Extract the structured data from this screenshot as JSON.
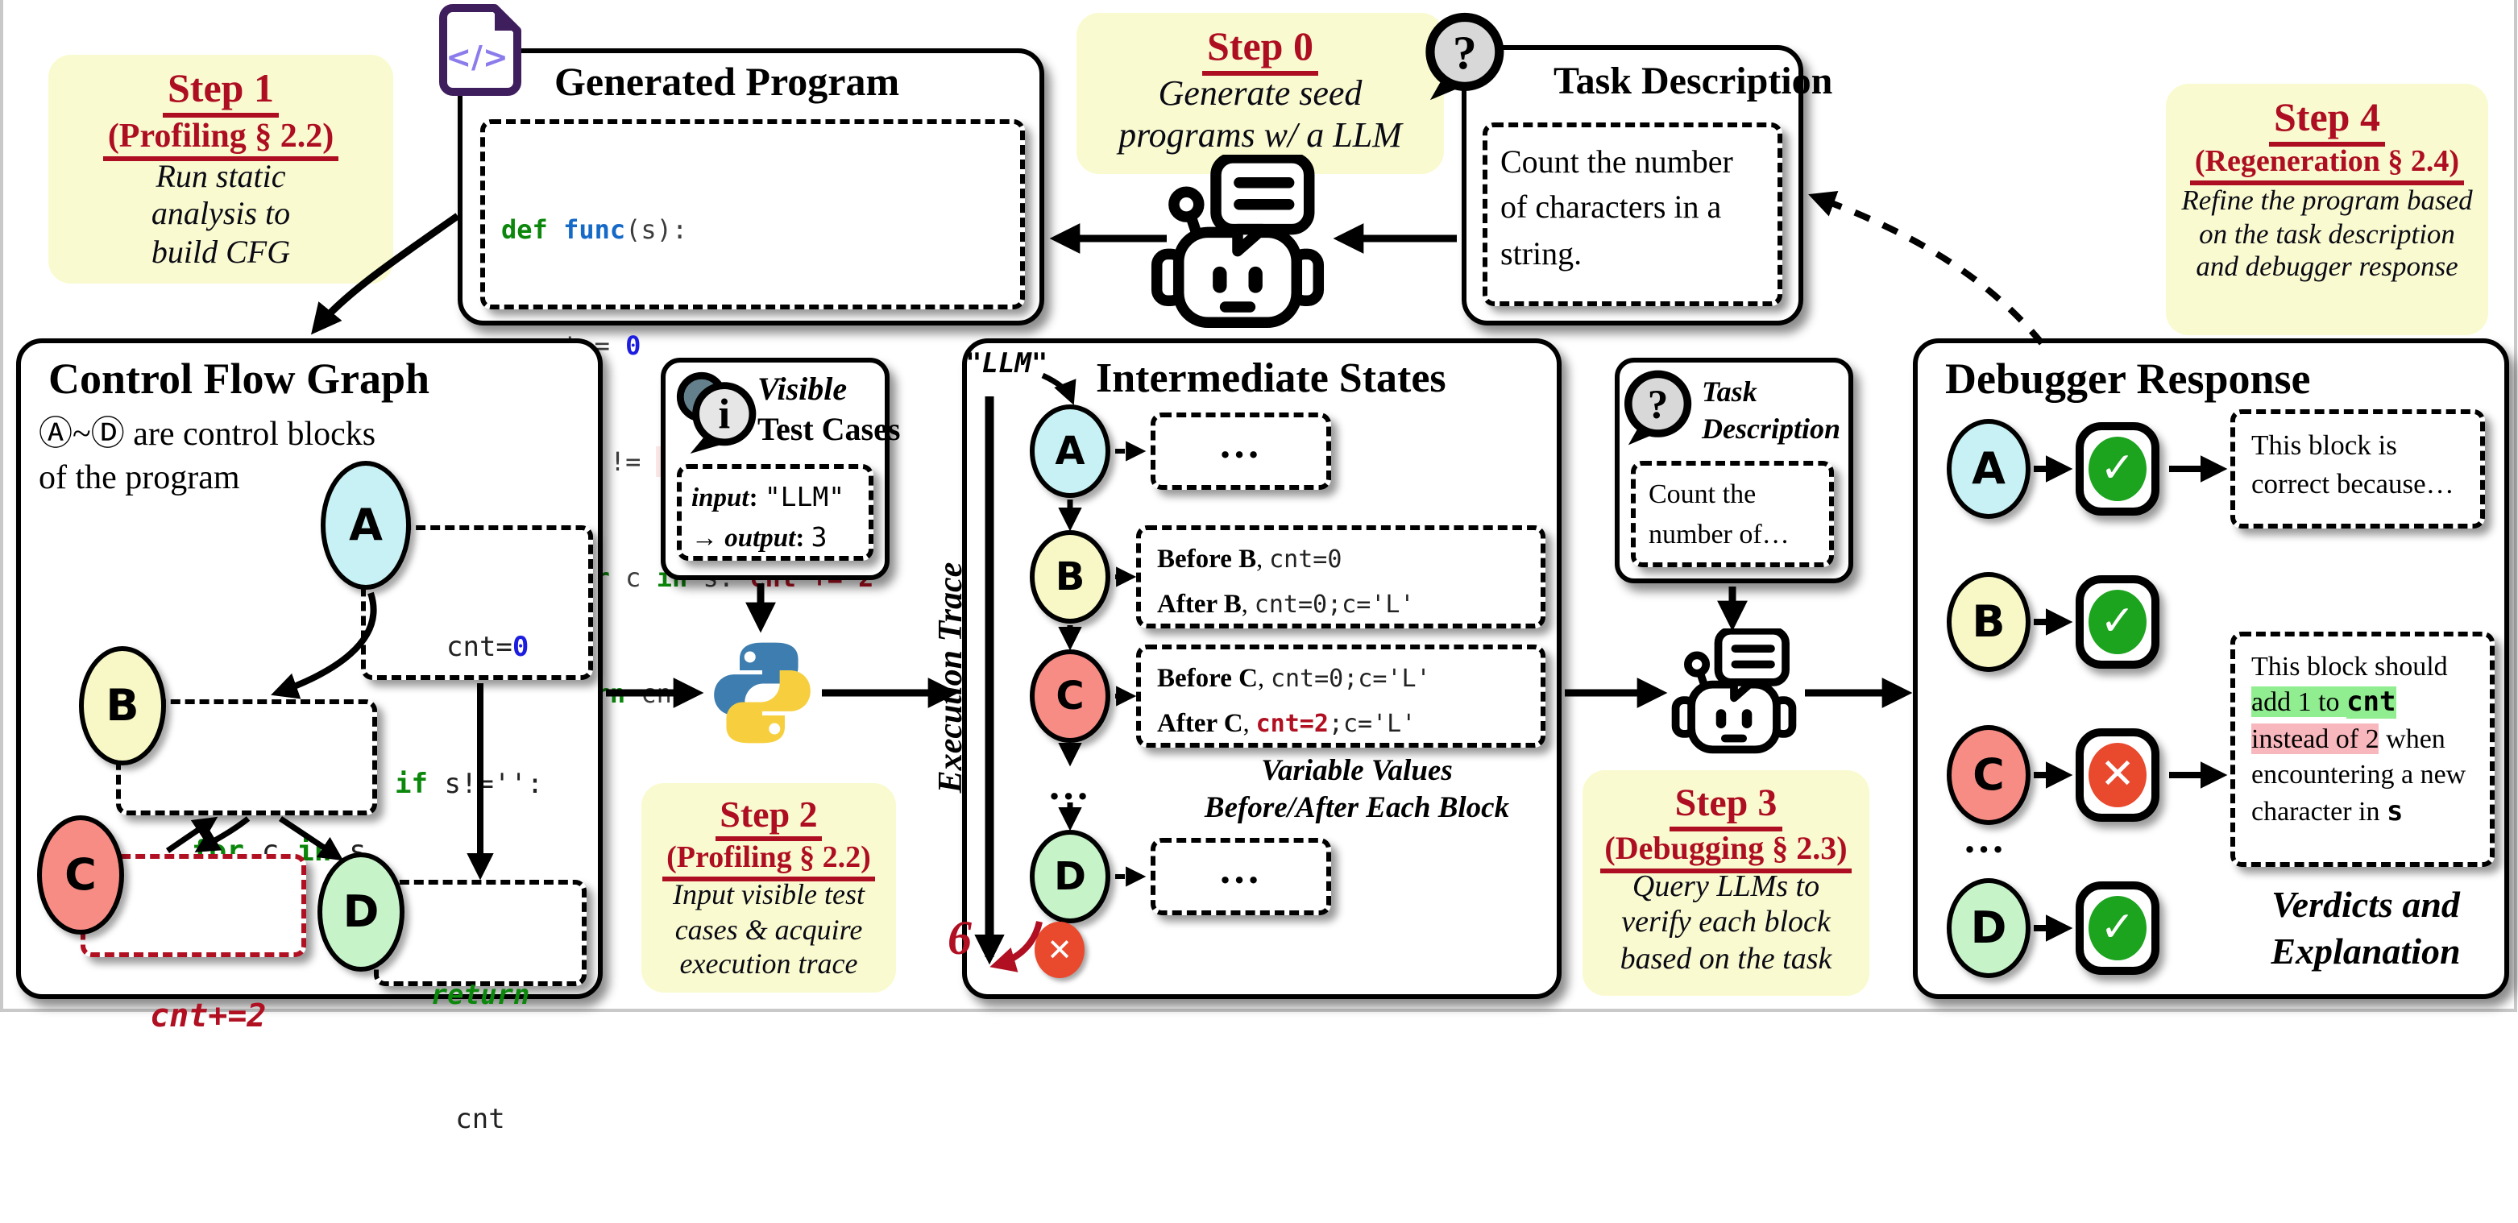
{
  "nodes": {
    "a": "A",
    "b": "B",
    "c": "C",
    "d": "D"
  },
  "dots": "…",
  "colors": {
    "accent_red": "#AE0E22",
    "node_a": "#C7F1F4",
    "node_b": "#F8F8C6",
    "node_c": "#F78C84",
    "node_d": "#C6F3C8",
    "check_green": "#1CA41F",
    "cross_red": "#E9492D",
    "highlight_green": "#90EE90",
    "highlight_pink": "#F8B7BD",
    "step_bg": "#FAFAD0"
  },
  "steps": {
    "step0": {
      "title": "Step 0",
      "desc_lines": [
        "Generate seed",
        "programs  w/ a LLM"
      ]
    },
    "step1": {
      "title": "Step 1",
      "subtitle": "(Profiling § 2.2)",
      "desc_lines": [
        "Run static",
        "analysis to",
        "build CFG"
      ]
    },
    "step2": {
      "title": "Step 2",
      "subtitle": "(Profiling § 2.2)",
      "desc_lines": [
        "Input visible test",
        "cases & acquire",
        "execution trace"
      ]
    },
    "step3": {
      "title": "Step 3",
      "subtitle": "(Debugging § 2.3)",
      "desc_lines": [
        "Query LLMs to",
        "verify each block",
        "based on the task"
      ]
    },
    "step4": {
      "title": "Step 4",
      "subtitle": "(Regeneration § 2.4)",
      "desc_lines": [
        "Refine the program based",
        "on the task description",
        "and debugger response"
      ]
    }
  },
  "generated_program": {
    "title": "Generated Program",
    "code_lines": [
      [
        {
          "c": "kw",
          "t": "def"
        },
        {
          "c": "pl",
          "t": " "
        },
        {
          "c": "fn",
          "t": "func"
        },
        {
          "c": "pl",
          "t": "(s):"
        }
      ],
      [
        {
          "c": "pl",
          "t": "  cnt = "
        },
        {
          "c": "num",
          "t": "0"
        }
      ],
      [
        {
          "c": "pl",
          "t": "  "
        },
        {
          "c": "kw",
          "t": "if"
        },
        {
          "c": "pl",
          "t": " s != "
        },
        {
          "c": "sq",
          "t": "''"
        },
        {
          "c": "pl",
          "t": ":"
        }
      ],
      [
        {
          "c": "pl",
          "t": "    "
        },
        {
          "c": "kw",
          "t": "for"
        },
        {
          "c": "pl",
          "t": " c "
        },
        {
          "c": "kw",
          "t": "in"
        },
        {
          "c": "pl",
          "t": " s: "
        },
        {
          "c": "err",
          "t": "cnt += 2"
        }
      ],
      [
        {
          "c": "pl",
          "t": "  "
        },
        {
          "c": "kw",
          "t": "return"
        },
        {
          "c": "pl",
          "t": " cnt"
        }
      ]
    ]
  },
  "task_description": {
    "title": "Task Description",
    "body_lines": [
      "Count the number",
      "of characters in a",
      "string."
    ]
  },
  "cfg": {
    "title": "Control Flow Graph",
    "subtitle_lines": [
      "Ⓐ~Ⓓ are control blocks",
      "of the program"
    ],
    "block_a_line1": [
      {
        "c": "mono",
        "t": "cnt="
      },
      {
        "c": "num",
        "t": "0"
      }
    ],
    "block_a_line2": [
      {
        "c": "kw",
        "t": "if"
      },
      {
        "c": "mono",
        "t": " s!='':"
      }
    ],
    "block_b_line": [
      {
        "c": "kw",
        "t": "for"
      },
      {
        "c": "mono",
        "t": " c "
      },
      {
        "c": "kw",
        "t": "in"
      },
      {
        "c": "mono",
        "t": " s"
      }
    ],
    "block_c_line": [
      {
        "c": "erri",
        "t": "cnt+=2"
      }
    ],
    "block_d_line1": [
      {
        "c": "kwi",
        "t": "return"
      }
    ],
    "block_d_line2": [
      {
        "c": "mono",
        "t": "cnt"
      }
    ]
  },
  "visible_tests": {
    "title_lines": [
      "Visible",
      "Test Cases"
    ],
    "case_line1": [
      {
        "c": "vlbl",
        "t": "input"
      },
      {
        "c": "vb",
        "t": ": "
      },
      {
        "c": "mono2",
        "t": "\"LLM\""
      }
    ],
    "case_line2": [
      {
        "c": "vlbl",
        "t": "→ output"
      },
      {
        "c": "vb",
        "t": ": "
      },
      {
        "c": "mono2",
        "t": "3"
      }
    ]
  },
  "intermediate": {
    "title": "Intermediate States",
    "input_string": "\"LLM\"",
    "trace_label": "Execution Trace",
    "state_b_line1": [
      {
        "c": "lbl",
        "t": "Before B"
      },
      {
        "c": "srf",
        "t": ", "
      },
      {
        "c": "mono",
        "t": "cnt=0"
      }
    ],
    "state_b_line2": [
      {
        "c": "lbl",
        "t": "After B"
      },
      {
        "c": "srf",
        "t": ", "
      },
      {
        "c": "mono",
        "t": "cnt=0;c='L'"
      }
    ],
    "state_c_line1": [
      {
        "c": "lbl",
        "t": "Before C"
      },
      {
        "c": "srf",
        "t": ", "
      },
      {
        "c": "mono",
        "t": "cnt=0;c='L'"
      }
    ],
    "state_c_line2": [
      {
        "c": "lbl",
        "t": "After C"
      },
      {
        "c": "srf",
        "t": ", "
      },
      {
        "c": "rmono",
        "t": "cnt=2"
      },
      {
        "c": "mono",
        "t": ";c='L'"
      }
    ],
    "caption_lines": [
      "Variable Values",
      "Before/After Each Block"
    ],
    "wrong_output": "6"
  },
  "task_small": {
    "title_lines": [
      "Task",
      "Description"
    ],
    "body_lines": [
      "Count the",
      "number of…"
    ]
  },
  "debugger": {
    "title": "Debugger Response",
    "check_glyph": "✓",
    "cross_glyph": "✕",
    "verdict_a_lines": [
      "This block is",
      "correct because…"
    ],
    "verdict_c_tokens": [
      {
        "c": "srf",
        "t": "This block should "
      },
      {
        "c": "hlg",
        "t": "add 1 to "
      },
      {
        "c": "hlgm",
        "t": "cnt"
      },
      {
        "c": "srf",
        "t": " "
      },
      {
        "c": "hlp",
        "t": "instead of 2"
      },
      {
        "c": "srf",
        "t": " when encountering a new character in "
      },
      {
        "c": "bmono",
        "t": "s"
      }
    ],
    "caption_lines": [
      "Verdicts and",
      "Explanation"
    ]
  }
}
